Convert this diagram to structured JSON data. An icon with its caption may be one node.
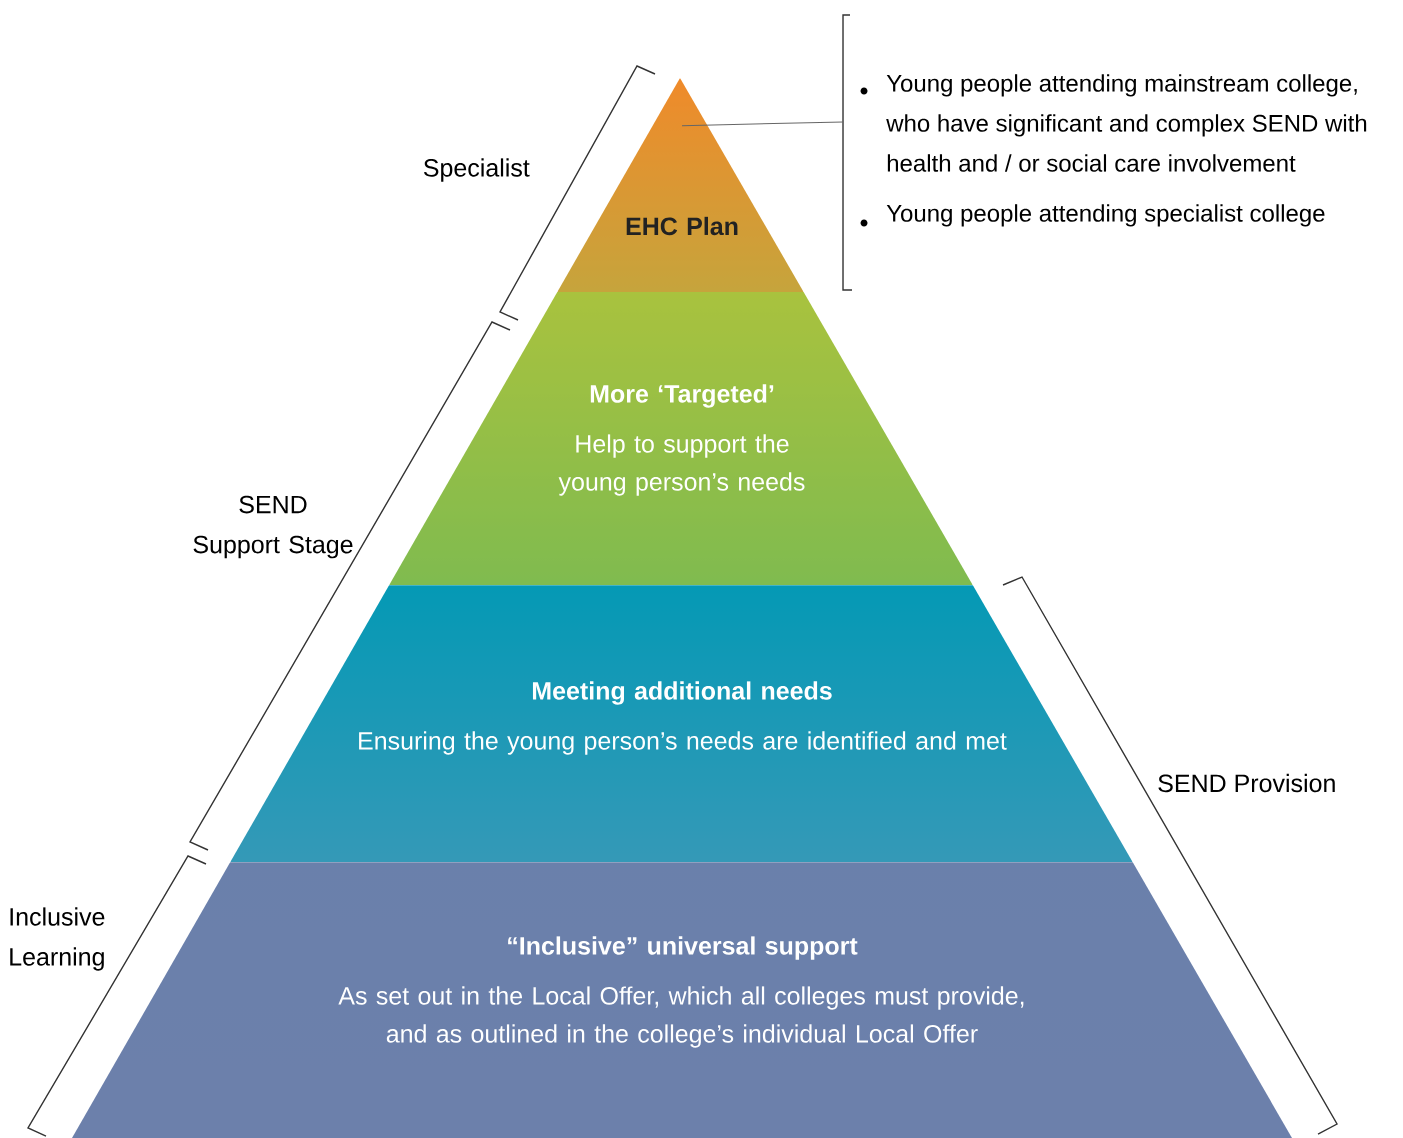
{
  "diagram": {
    "nodes": [
      {
        "text": [
          "EHC Plan"
        ]
      },
      {
        "text": [
          "More ‘Targeted’",
          "Help to support the young person’s needs"
        ]
      },
      {
        "text": [
          "Meeting additional needs",
          "Ensuring the young person’s needs are identified and met"
        ]
      },
      {
        "text": [
          "“Inclusive” universal support",
          "As set out in the Local Offer, which all colleges must provide, and as outlined in the college’s individual Local Offer"
        ]
      },
      {
        "text": [
          "Young people attending mainstream college, who have significant and complex SEND with health and / or  social care involvement",
          "Young people attending specialist college"
        ]
      }
    ],
    "edges": [
      {
        "from": 4,
        "to": 0,
        "arrow": "none"
      }
    ],
    "labels": [
      "Specialist",
      "SEND Support Stage",
      "Inclusive Learning",
      "SEND Provision"
    ]
  }
}
